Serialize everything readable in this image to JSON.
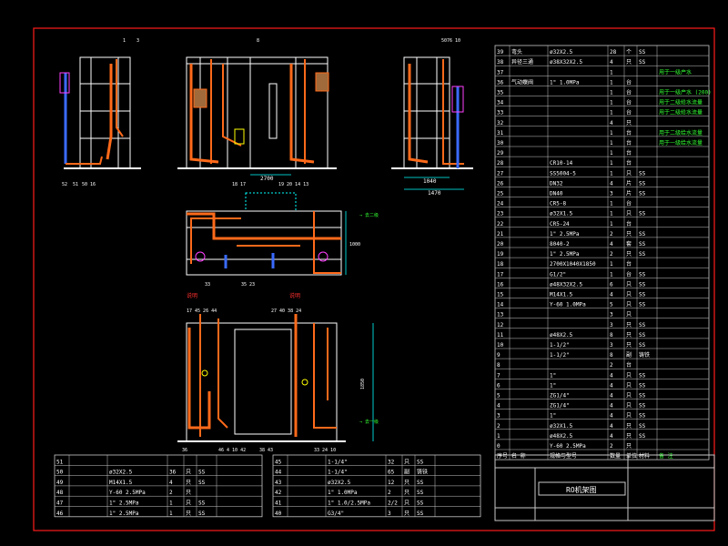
{
  "colors": {
    "frame": "#ff1a1a",
    "text": "#ffffff",
    "pipe": "#ff6a1a",
    "steel": "#ffffff",
    "dim": "#00ffff",
    "label_red": "#ff3030",
    "yellow": "#ffff00",
    "green": "#33ff33",
    "blue": "#3a6bff",
    "magenta": "#ff40ff",
    "table_line": "#c8c8c8"
  },
  "drawing": {
    "title": "RO机架图",
    "dims": {
      "front_width": "2700",
      "side_width_1": "1040",
      "side_width_2": "1470",
      "plan_depth": "1000",
      "elev_height": "1850"
    }
  },
  "bom_right": {
    "header": [
      "序号",
      "名 称",
      "规格与型号",
      "数量",
      "单位",
      "材料",
      "备 注"
    ],
    "rows": [
      [
        "39",
        "弯头",
        "ø32X2.5",
        "28",
        "个",
        "SS",
        ""
      ],
      [
        "38",
        "异径三通",
        "ø38X32X2.5",
        "4",
        "只",
        "SS",
        ""
      ],
      [
        "37",
        "",
        "",
        "1",
        "",
        "",
        "用于一级产水"
      ],
      [
        "36",
        "气动蝶阀",
        "1\" 1.0MPa",
        "1",
        "台",
        "",
        ""
      ],
      [
        "35",
        "",
        "",
        "1",
        "台",
        "",
        "用于一级产水 (200)"
      ],
      [
        "34",
        "",
        "",
        "1",
        "台",
        "",
        "用于二级给水流量"
      ],
      [
        "33",
        "",
        "",
        "1",
        "台",
        "",
        "用于二级给水流量"
      ],
      [
        "32",
        "",
        "",
        "4",
        "只",
        "",
        ""
      ],
      [
        "31",
        "",
        "",
        "1",
        "台",
        "",
        "用于二级给水流量"
      ],
      [
        "30",
        "",
        "",
        "1",
        "台",
        "",
        "用于一级给水流量"
      ],
      [
        "29",
        "",
        "",
        "1",
        "台",
        "",
        ""
      ],
      [
        "28",
        "",
        "CR10-14",
        "1",
        "台",
        "",
        ""
      ],
      [
        "27",
        "",
        "SS5004-5",
        "1",
        "只",
        "SS",
        ""
      ],
      [
        "26",
        "",
        "DN32",
        "4",
        "片",
        "SS",
        ""
      ],
      [
        "25",
        "",
        "DN40",
        "3",
        "片",
        "SS",
        ""
      ],
      [
        "24",
        "",
        "CR5-8",
        "1",
        "台",
        "",
        ""
      ],
      [
        "23",
        "",
        "ø32X1.5",
        "1",
        "只",
        "SS",
        ""
      ],
      [
        "22",
        "",
        "CR5-24",
        "1",
        "台",
        "",
        ""
      ],
      [
        "21",
        "",
        "1\" 2.5MPa",
        "2",
        "只",
        "SS",
        ""
      ],
      [
        "20",
        "",
        "8040-2",
        "4",
        "套",
        "SS",
        ""
      ],
      [
        "19",
        "",
        "1\" 2.5MPa",
        "2",
        "只",
        "SS",
        ""
      ],
      [
        "18",
        "",
        "2700X1040X1850",
        "1",
        "台",
        "",
        ""
      ],
      [
        "17",
        "",
        "G1/2\"",
        "1",
        "台",
        "SS",
        ""
      ],
      [
        "16",
        "",
        "ø48X32X2.5",
        "6",
        "只",
        "SS",
        ""
      ],
      [
        "15",
        "",
        "M14X1.5",
        "4",
        "只",
        "SS",
        ""
      ],
      [
        "14",
        "",
        "Y-60 1.0MPa",
        "5",
        "只",
        "SS",
        ""
      ],
      [
        "13",
        "",
        "",
        "3",
        "只",
        "",
        ""
      ],
      [
        "12",
        "",
        "",
        "3",
        "只",
        "SS",
        ""
      ],
      [
        "11",
        "",
        "ø48X2.5",
        "8",
        "只",
        "SS",
        ""
      ],
      [
        "10",
        "",
        "1-1/2\"",
        "3",
        "只",
        "SS",
        ""
      ],
      [
        "9",
        "",
        "1-1/2\"",
        "8",
        "副",
        "铸铁",
        ""
      ],
      [
        "8",
        "",
        "",
        "2",
        "台",
        "",
        ""
      ],
      [
        "7",
        "",
        "1\"",
        "4",
        "只",
        "SS",
        ""
      ],
      [
        "6",
        "",
        "1\"",
        "4",
        "只",
        "SS",
        ""
      ],
      [
        "5",
        "",
        "ZG1/4\"",
        "4",
        "只",
        "SS",
        ""
      ],
      [
        "4",
        "",
        "ZG1/4\"",
        "4",
        "只",
        "SS",
        ""
      ],
      [
        "3",
        "",
        "1\"",
        "4",
        "只",
        "SS",
        ""
      ],
      [
        "2",
        "",
        "ø32X1.5",
        "4",
        "只",
        "SS",
        ""
      ],
      [
        "1",
        "",
        "ø48X2.5",
        "4",
        "只",
        "SS",
        ""
      ],
      [
        "0",
        "",
        "Y-60 2.5MPa",
        "2",
        "只",
        "",
        ""
      ]
    ]
  },
  "bom_bottom_left": [
    [
      "51",
      "",
      "",
      "",
      "",
      "",
      ""
    ],
    [
      "50",
      "",
      "ø32X2.5",
      "36",
      "只",
      "SS",
      ""
    ],
    [
      "49",
      "",
      "M14X1.5",
      "4",
      "只",
      "SS",
      ""
    ],
    [
      "48",
      "",
      "Y-60 2.5MPa",
      "2",
      "只",
      "",
      ""
    ],
    [
      "47",
      "",
      "1\" 2.5MPa",
      "1",
      "只",
      "SS",
      ""
    ],
    [
      "46",
      "",
      "1\" 2.5MPa",
      "1",
      "只",
      "SS",
      ""
    ]
  ],
  "bom_bottom_mid": [
    [
      "45",
      "",
      "1-1/4\"",
      "32",
      "只",
      "SS",
      ""
    ],
    [
      "44",
      "",
      "1-1/4\"",
      "65",
      "副",
      "铸铁",
      ""
    ],
    [
      "43",
      "",
      "ø32X2.5",
      "12",
      "只",
      "SS",
      ""
    ],
    [
      "42",
      "",
      "1\" 1.0MPa",
      "2",
      "只",
      "SS",
      ""
    ],
    [
      "41",
      "",
      "1\" 1.0/2.5MPa",
      "2/2",
      "只",
      "SS",
      ""
    ],
    [
      "40",
      "",
      "G3/4\"",
      "3",
      "只",
      "SS",
      ""
    ]
  ]
}
